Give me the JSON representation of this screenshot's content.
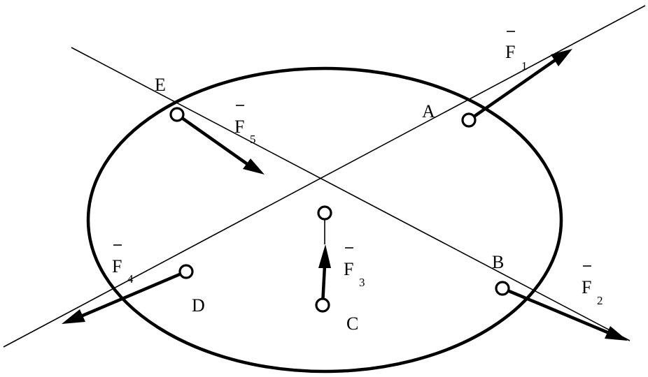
{
  "points": {
    "A": "A",
    "B": "B",
    "C": "C",
    "D": "D",
    "E": "E"
  },
  "forces": {
    "f1": {
      "symbol": "F",
      "subscript": "1"
    },
    "f2": {
      "symbol": "F",
      "subscript": "2"
    },
    "f3": {
      "symbol": "F",
      "subscript": "3"
    },
    "f4": {
      "symbol": "F",
      "subscript": "4"
    },
    "f5": {
      "symbol": "F",
      "subscript": "5"
    }
  },
  "colors": {
    "stroke": "#000000",
    "background": "#ffffff"
  }
}
